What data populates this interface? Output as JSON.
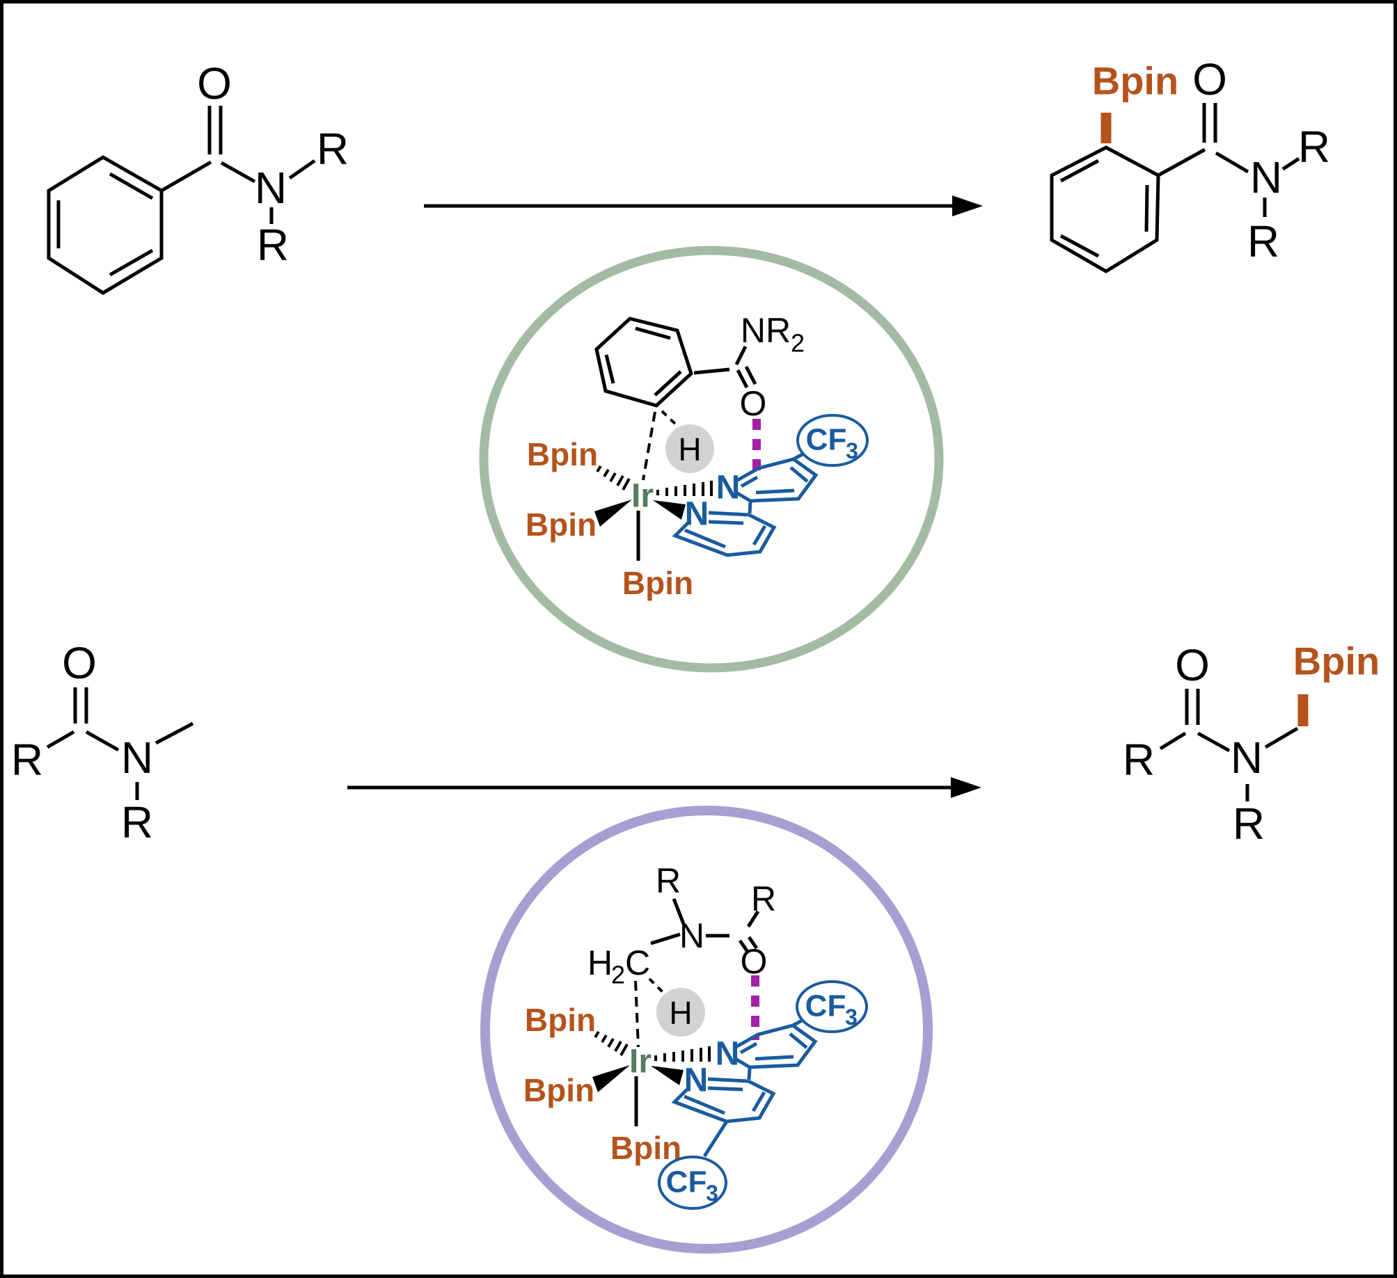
{
  "colors": {
    "background": "#ffffff",
    "bond-black": "#000000",
    "bpin-orange": "#b5531d",
    "bipy-blue": "#1a5b9e",
    "ir-green": "#567a5e",
    "hbond-magenta": "#a320a8",
    "circle-green": "#a3bba3",
    "circle-purple": "#a79fd1",
    "h-highlight-gray": "#d2d2d2"
  },
  "labels": {
    "o": "O",
    "n": "N",
    "r": "R",
    "h": "H",
    "c": "C",
    "nr": "NR",
    "cf": "CF",
    "sub2": "2",
    "sub3": "3",
    "bpin": "Bpin",
    "ir": "Ir"
  },
  "scheme": {
    "type": "reaction-scheme",
    "top_reaction": {
      "reactant_visible_labels": [
        "O",
        "N",
        "R",
        "R"
      ],
      "product_visible_labels": [
        "Bpin",
        "O",
        "N",
        "R",
        "R"
      ],
      "arrow": "right"
    },
    "bottom_reaction": {
      "reactant_visible_labels": [
        "O",
        "R",
        "N",
        "R"
      ],
      "product_visible_labels": [
        "O",
        "Bpin",
        "R",
        "N",
        "R"
      ],
      "arrow": "right"
    },
    "green_intermediate_visible_labels": [
      "NR₂",
      "O",
      "CF₃",
      "H",
      "Ir",
      "N",
      "N",
      "Bpin",
      "Bpin",
      "Bpin"
    ],
    "purple_intermediate_visible_labels": [
      "R",
      "R",
      "N",
      "O",
      "H₂C",
      "CF₃",
      "CF₃",
      "H",
      "Ir",
      "N",
      "N",
      "Bpin",
      "Bpin",
      "Bpin"
    ]
  }
}
